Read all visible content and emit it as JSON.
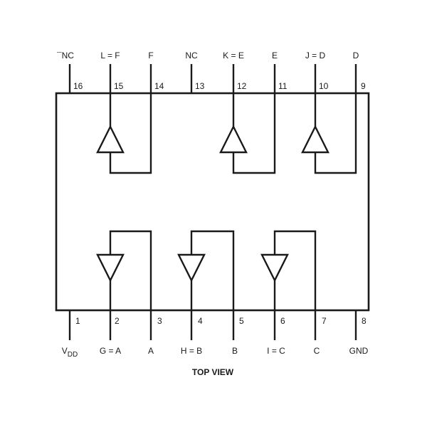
{
  "caption": "TOP VIEW",
  "vdd": {
    "main": "V",
    "sub": "DD"
  },
  "pins": [
    {
      "num": "1",
      "label": ""
    },
    {
      "num": "2",
      "label": "G = A"
    },
    {
      "num": "3",
      "label": "A"
    },
    {
      "num": "4",
      "label": "H = B"
    },
    {
      "num": "5",
      "label": "B"
    },
    {
      "num": "6",
      "label": "I = C"
    },
    {
      "num": "7",
      "label": "C"
    },
    {
      "num": "8",
      "label": "GND"
    },
    {
      "num": "9",
      "label": "D"
    },
    {
      "num": "10",
      "label": "J = D"
    },
    {
      "num": "11",
      "label": "E"
    },
    {
      "num": "12",
      "label": "K = E"
    },
    {
      "num": "13",
      "label": "NC"
    },
    {
      "num": "14",
      "label": "F"
    },
    {
      "num": "15",
      "label": "L = F"
    },
    {
      "num": "16",
      "label": "¯NC"
    }
  ]
}
